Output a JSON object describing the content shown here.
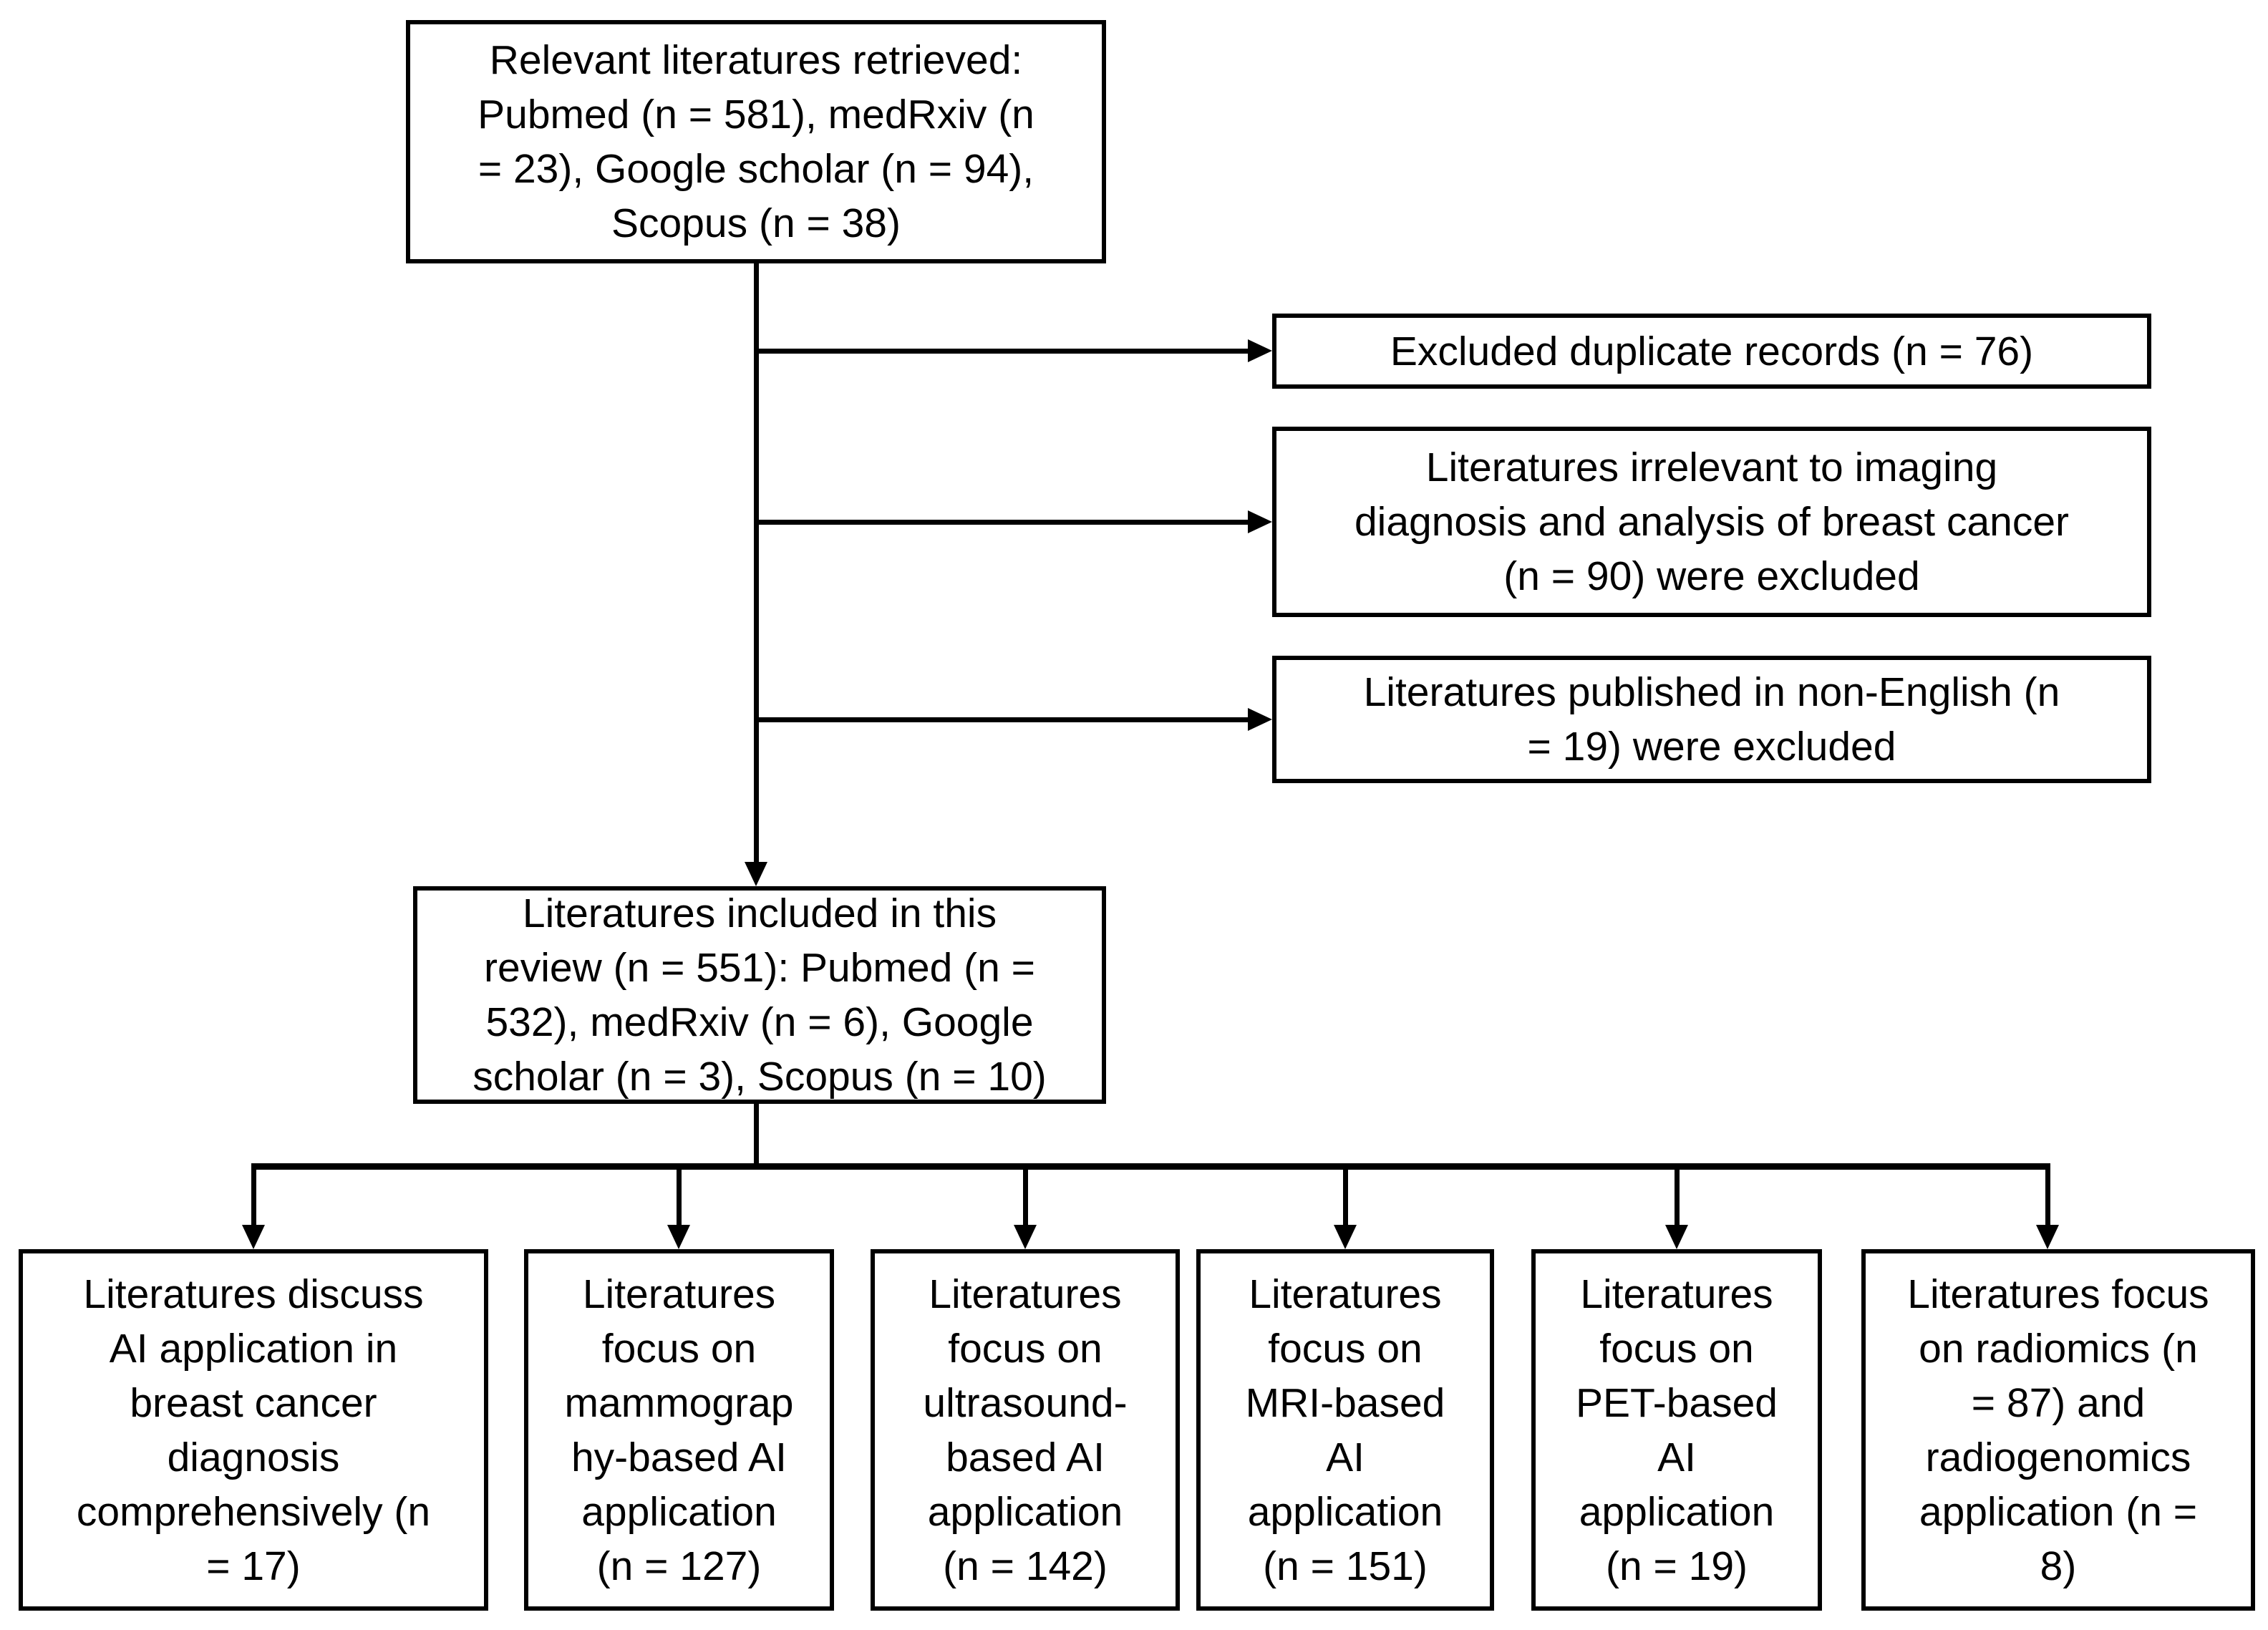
{
  "colors": {
    "background": "#ffffff",
    "line": "#000000",
    "text": "#000000"
  },
  "boxes": {
    "retrieved": {
      "text": "Relevant literatures retrieved:\nPubmed (n = 581), medRxiv (n\n= 23), Google scholar (n = 94),\nScopus (n = 38)"
    },
    "excluded_duplicates": {
      "text": "Excluded duplicate records (n = 76)"
    },
    "excluded_irrelevant": {
      "text": "Literatures irrelevant to imaging\ndiagnosis and analysis of breast cancer\n(n = 90) were excluded"
    },
    "excluded_non_english": {
      "text": "Literatures published in non-English (n\n= 19) were excluded"
    },
    "included": {
      "text": "Literatures included in this\nreview (n = 551): Pubmed (n =\n532), medRxiv (n = 6), Google\nscholar (n = 3), Scopus (n = 10)"
    },
    "categories": [
      {
        "text": "Literatures discuss\nAI application in\nbreast cancer\ndiagnosis\ncomprehensively (n\n= 17)"
      },
      {
        "text": "Literatures\nfocus on\nmammograp\nhy-based AI\napplication\n(n = 127)"
      },
      {
        "text": "Literatures\nfocus on\nultrasound-\nbased AI\napplication\n(n = 142)"
      },
      {
        "text": "Literatures\nfocus on\nMRI-based\nAI\napplication\n(n = 151)"
      },
      {
        "text": "Literatures\nfocus on\nPET-based\nAI\napplication\n(n = 19)"
      },
      {
        "text": "Literatures focus\non radiomics (n\n= 87) and\nradiogenomics\napplication (n =\n8)"
      }
    ]
  }
}
